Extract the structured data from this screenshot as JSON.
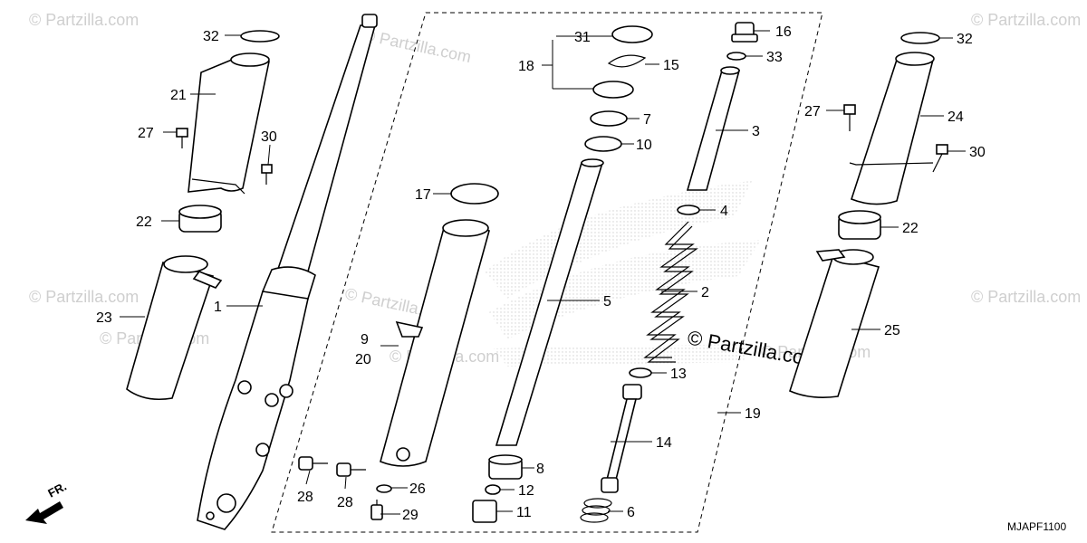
{
  "diagram": {
    "code": "MJAPF1100",
    "direction_label": "FR.",
    "site_label": "© Partzilla.com",
    "watermarks": [
      "© Partzilla.com",
      "© Partzilla.com",
      "© Partzilla.com",
      "© Partzilla.com",
      "© Partzilla.com",
      "© Partzilla.com",
      "© Partzilla.com",
      "© Partzilla.com",
      "© Partzilla.com"
    ],
    "callouts": {
      "c1": "1",
      "c2": "2",
      "c3": "3",
      "c4": "4",
      "c5": "5",
      "c6": "6",
      "c7": "7",
      "c8": "8",
      "c9": "9",
      "c10": "10",
      "c11": "11",
      "c12": "12",
      "c13": "13",
      "c14": "14",
      "c15": "15",
      "c16": "16",
      "c17": "17",
      "c18": "18",
      "c19": "19",
      "c20": "20",
      "c21": "21",
      "c22a": "22",
      "c22b": "22",
      "c23": "23",
      "c24": "24",
      "c25": "25",
      "c26": "26",
      "c27a": "27",
      "c27b": "27",
      "c28a": "28",
      "c28b": "28",
      "c29": "29",
      "c30a": "30",
      "c30b": "30",
      "c31": "31",
      "c32a": "32",
      "c32b": "32",
      "c33": "33"
    }
  }
}
